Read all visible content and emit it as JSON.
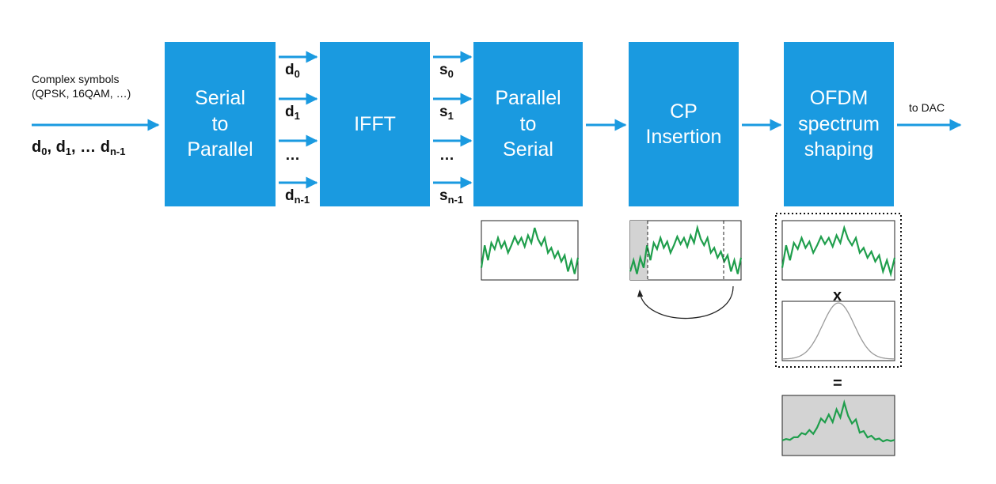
{
  "colors": {
    "block": "#1a9ae0",
    "arrow": "#1a9ae0",
    "signal": "#1f9e4c",
    "shade": "#d3d3d3",
    "window_curve": "#9a9a9a"
  },
  "input": {
    "caption_line1": "Complex symbols",
    "caption_line2": "(QPSK, 16QAM, …)",
    "sequence": {
      "d": "d",
      "s0": "0",
      "s1": "1",
      "dots": "…",
      "sn": "n-1"
    }
  },
  "blocks": {
    "serial_to_parallel": [
      "Serial",
      "to",
      "Parallel"
    ],
    "ifft": [
      "IFFT"
    ],
    "parallel_to_serial": [
      "Parallel",
      "to",
      "Serial"
    ],
    "cp_insertion": [
      "CP",
      "Insertion"
    ],
    "ofdm_shaping": [
      "OFDM",
      "spectrum",
      "shaping"
    ]
  },
  "d_labels": [
    {
      "base": "d",
      "sub": "0"
    },
    {
      "base": "d",
      "sub": "1"
    },
    {
      "base": "…",
      "sub": ""
    },
    {
      "base": "d",
      "sub": "n-1"
    }
  ],
  "s_labels": [
    {
      "base": "s",
      "sub": "0"
    },
    {
      "base": "s",
      "sub": "1"
    },
    {
      "base": "…",
      "sub": ""
    },
    {
      "base": "s",
      "sub": "n-1"
    }
  ],
  "output_label": "to DAC",
  "multiply_symbol": "x",
  "equals_symbol": "="
}
